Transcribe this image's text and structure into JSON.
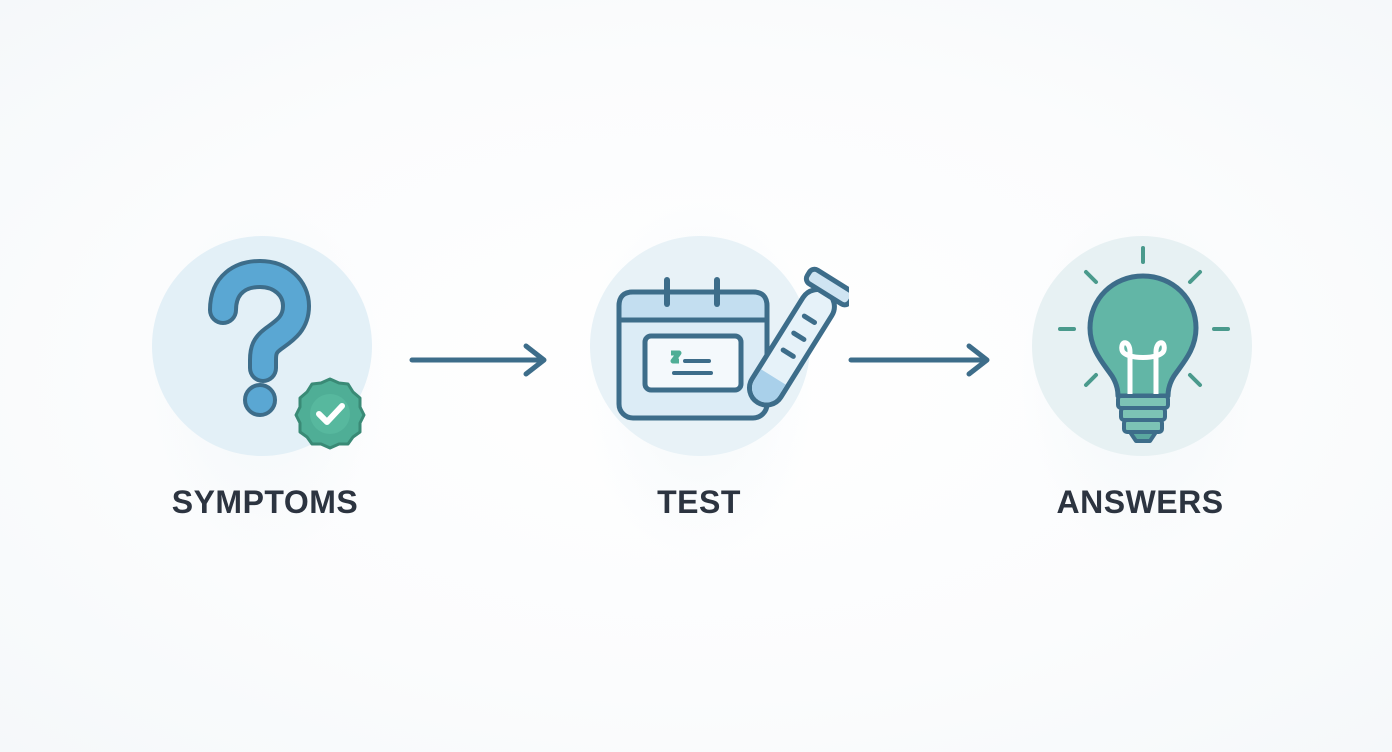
{
  "colors": {
    "primary_blue": "#4f9fcb",
    "dark_stroke": "#3d6d8a",
    "teal": "#4fae96",
    "light_circle": "#e3f0f7",
    "label_text": "#2c3440"
  },
  "steps": [
    {
      "label": "SYMPTOMS",
      "icon": "question-mark-with-check-badge-icon"
    },
    {
      "label": "TEST",
      "icon": "calendar-and-test-tube-icon"
    },
    {
      "label": "ANSWERS",
      "icon": "lightbulb-icon"
    }
  ],
  "connectors": [
    {
      "icon": "arrow-right-icon"
    },
    {
      "icon": "arrow-right-icon"
    }
  ]
}
